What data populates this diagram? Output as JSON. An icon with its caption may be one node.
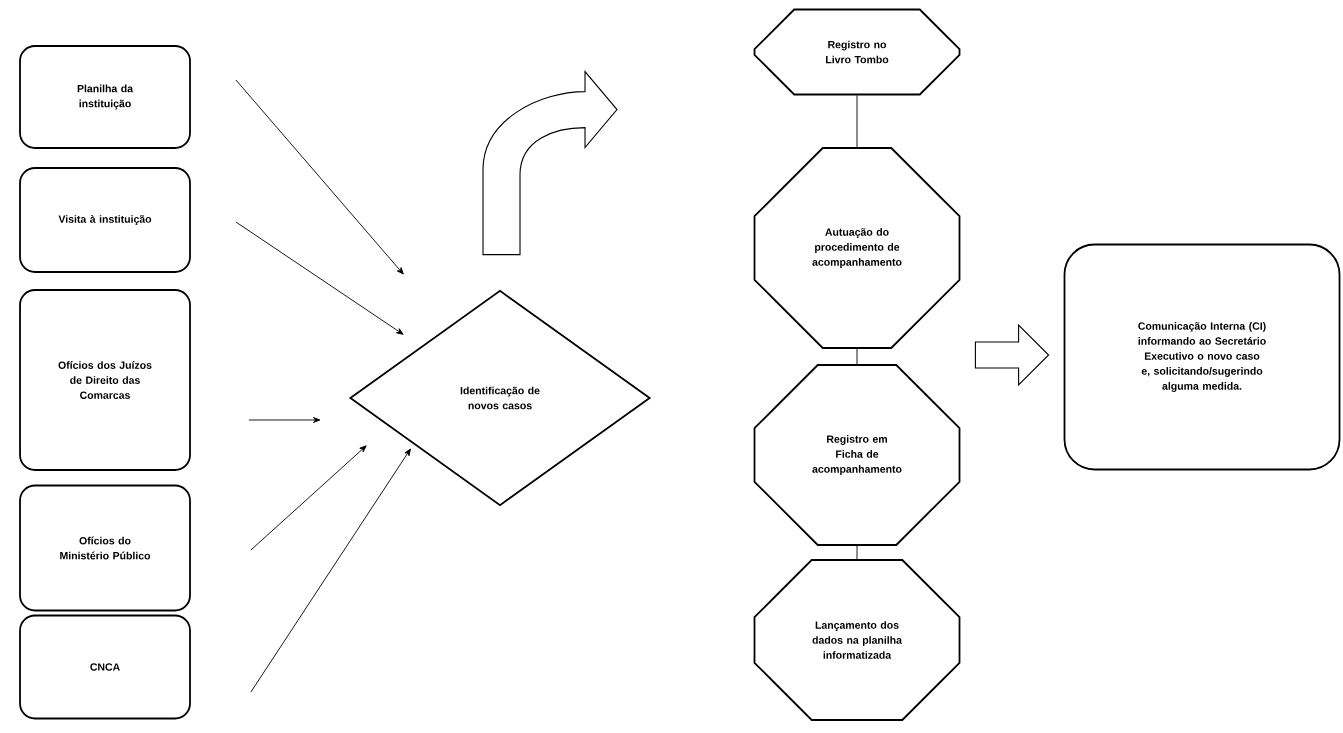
{
  "diagram": {
    "nodes": [
      {
        "text": [
          "Planilha da instituição"
        ]
      },
      {
        "text": [
          "Visita à instituição"
        ]
      },
      {
        "text": [
          "Ofícios dos Juízos de Direito das Comarcas"
        ]
      },
      {
        "text": [
          "Ofícios do Ministério Público"
        ]
      },
      {
        "text": [
          "CNCA"
        ]
      },
      {
        "text": [
          "Identificação de novos casos"
        ]
      },
      {
        "text": [
          "Registro no Livro Tombo"
        ]
      },
      {
        "text": [
          "Autuação do procedimento de acompanhamento"
        ]
      },
      {
        "text": [
          "Registro em Ficha de acompanhamento"
        ]
      },
      {
        "text": [
          "Lançamento dos dados na planilha informatizada"
        ]
      },
      {
        "text": [
          "Comunicação Interna (CI) informando ao Secretário Executivo o novo caso e, solicitando/sugerindo alguma medida."
        ]
      }
    ],
    "edges": [
      {
        "from": 0,
        "to": 5,
        "arrow": "to"
      },
      {
        "from": 1,
        "to": 5,
        "arrow": "to"
      },
      {
        "from": 2,
        "to": 5,
        "arrow": "to"
      },
      {
        "from": 3,
        "to": 5,
        "arrow": "to"
      },
      {
        "from": 4,
        "to": 5,
        "arrow": "to"
      },
      {
        "from": 5,
        "to": null,
        "arrow": "to",
        "style": "thick"
      },
      {
        "from": 6,
        "to": 7,
        "arrow": "none"
      },
      {
        "from": 7,
        "to": 8,
        "arrow": "none"
      },
      {
        "from": 8,
        "to": 9,
        "arrow": "none"
      },
      {
        "from": 7,
        "to": 10,
        "arrow": "to",
        "style": "thick"
      }
    ]
  }
}
